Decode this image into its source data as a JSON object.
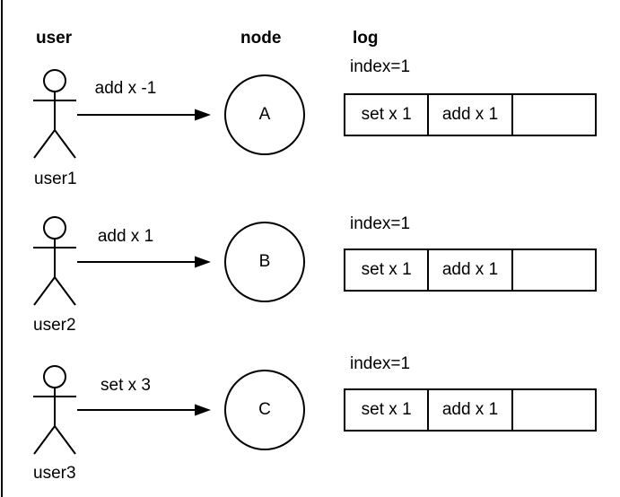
{
  "headers": {
    "user": "user",
    "node": "node",
    "log": "log"
  },
  "rows": [
    {
      "user_label": "user1",
      "message": "add x -1",
      "node": "A",
      "index_label": "index=1",
      "log_cells": [
        "set x 1",
        "add x 1",
        ""
      ]
    },
    {
      "user_label": "user2",
      "message": "add x 1",
      "node": "B",
      "index_label": "index=1",
      "log_cells": [
        "set x 1",
        "add x 1",
        ""
      ]
    },
    {
      "user_label": "user3",
      "message": "set x 3",
      "node": "C",
      "index_label": "index=1",
      "log_cells": [
        "set x 1",
        "add x 1",
        ""
      ]
    }
  ],
  "colors": {
    "stroke": "#000000",
    "text": "#000000",
    "background": "#ffffff"
  }
}
